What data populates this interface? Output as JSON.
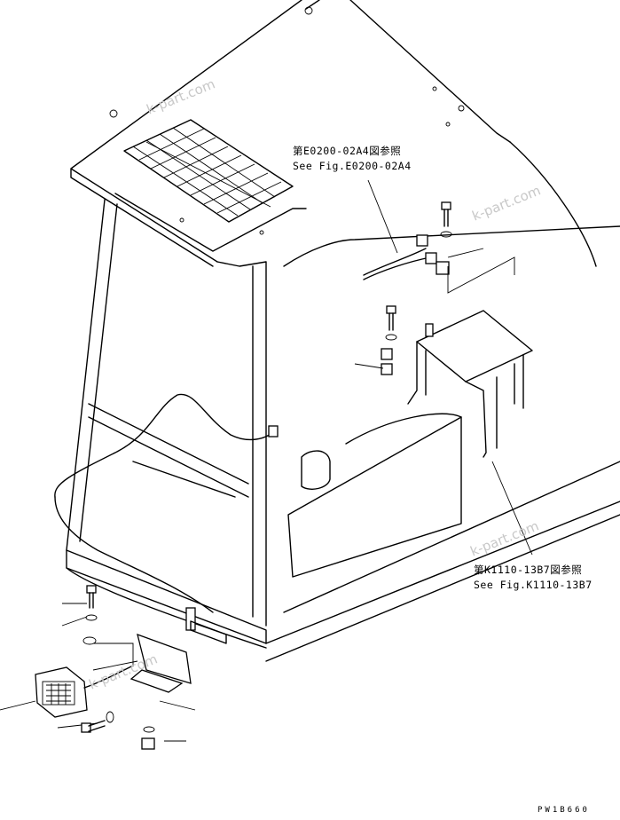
{
  "references": [
    {
      "jp": "第E0200-02A4図参照",
      "en": "See Fig.E0200-02A4"
    },
    {
      "jp": "第K1110-13B7図参照",
      "en": "See Fig.K1110-13B7"
    }
  ],
  "drawing_code": "PW1B660",
  "watermarks": [
    "k-part.com",
    "k-part.com",
    "k-part.com",
    "k-part.com"
  ]
}
